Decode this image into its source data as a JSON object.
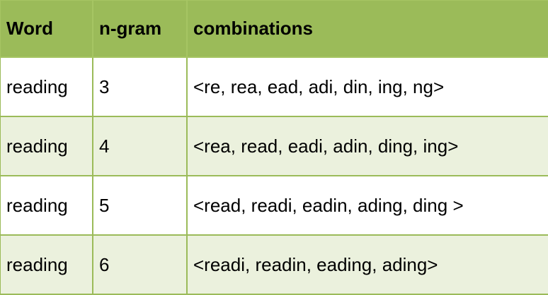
{
  "table": {
    "headers": [
      "Word",
      "n-gram",
      "combinations"
    ],
    "rows": [
      [
        "reading",
        "3",
        "<re, rea, ead, adi, din, ing, ng>"
      ],
      [
        "reading",
        "4",
        "<rea, read, eadi, adin, ding, ing>"
      ],
      [
        "reading",
        "5",
        "<read, readi, eadin, ading, ding >"
      ],
      [
        "reading",
        "6",
        "<readi, readin, eading, ading>"
      ]
    ]
  },
  "colors": {
    "header_background": "#9bbb59",
    "border": "#9bbb59",
    "row_odd": "#ffffff",
    "row_even": "#ebf1dd",
    "text": "#000000"
  }
}
